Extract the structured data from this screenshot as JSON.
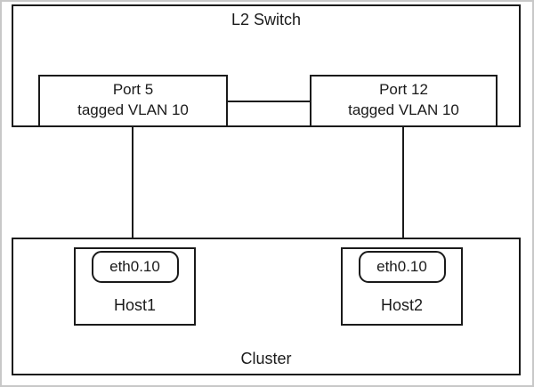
{
  "switch": {
    "label": "L2 Switch",
    "ports": [
      {
        "name": "Port 5",
        "vlan": "tagged VLAN 10"
      },
      {
        "name": "Port 12",
        "vlan": "tagged VLAN 10"
      }
    ]
  },
  "cluster": {
    "label": "Cluster",
    "hosts": [
      {
        "name": "Host1",
        "interface": "eth0.10"
      },
      {
        "name": "Host2",
        "interface": "eth0.10"
      }
    ]
  },
  "colors": {
    "line": "#1a1a1a",
    "frame_border": "#c8c8c8",
    "background": "#ffffff"
  }
}
